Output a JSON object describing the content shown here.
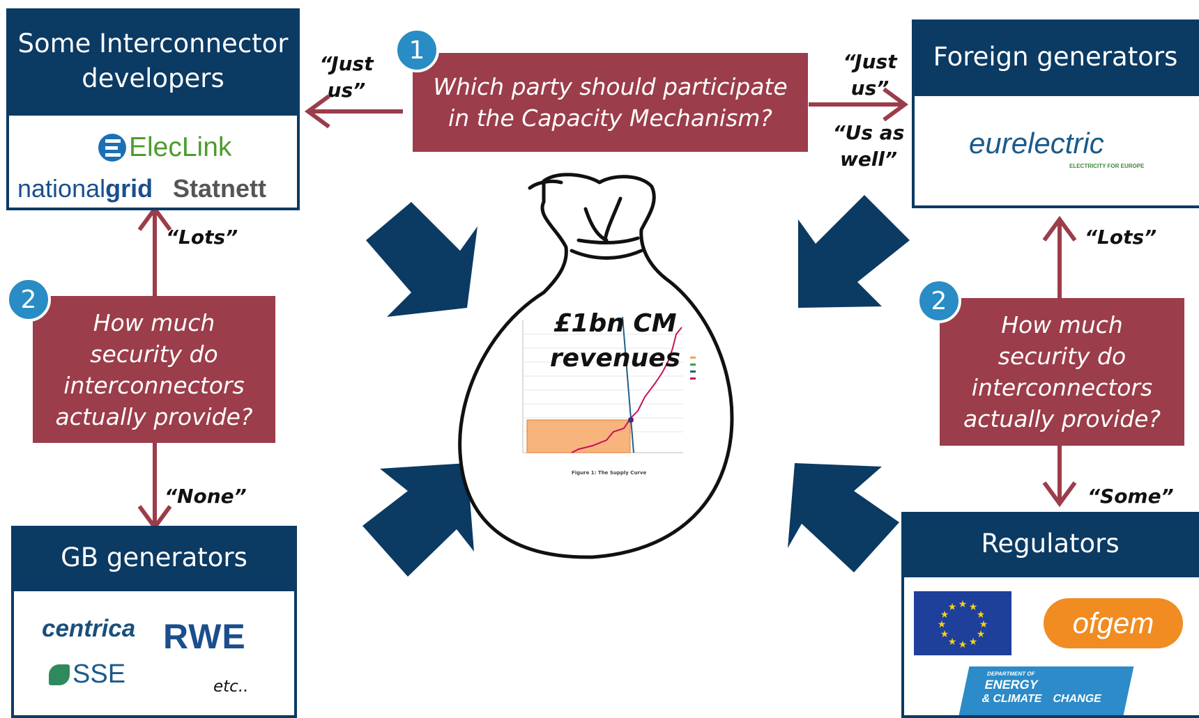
{
  "interconnector": {
    "title": "Some Interconnector developers",
    "logo_eleclink": "ElecLink",
    "logo_nationalgrid_a": "national",
    "logo_nationalgrid_b": "grid",
    "logo_statnett": "Statnett"
  },
  "foreign": {
    "title": "Foreign generators",
    "logo_eurelectric": "eurelectric",
    "logo_sub": "ELECTRICITY FOR EUROPE"
  },
  "gb": {
    "title": "GB generators",
    "logo_centrica": "centrica",
    "logo_rwe": "RWE",
    "logo_sse": "SSE",
    "etc": "etc.."
  },
  "regulators": {
    "title": "Regulators",
    "logo_ofgem": "ofgem",
    "decc_1": "DEPARTMENT OF",
    "decc_2": "ENERGY",
    "decc_3": "& CLIMATE",
    "decc_4": "CHANGE"
  },
  "question1": {
    "number": "1",
    "text": "Which party should participate in the Capacity Mechanism?"
  },
  "question2_left": {
    "number": "2",
    "text": "How much security do interconnectors actually provide?"
  },
  "question2_right": {
    "number": "2",
    "text": "How much security do interconnectors actually provide?"
  },
  "quotes": {
    "left_just_us": "“Just us”",
    "right_just_us": "“Just us”",
    "us_as_well": "“Us as well”",
    "left_lots": "“Lots”",
    "left_none": "“None”",
    "right_lots": "“Lots”",
    "right_some": "“Some”"
  },
  "bag": {
    "label_1": "£1bn CM",
    "label_2": "revenues",
    "chart_caption": "Figure 1: The Supply Curve"
  },
  "colors": {
    "navy": "#0b3a63",
    "maroon": "#9b3d4a",
    "badge": "#2a8cc4"
  }
}
